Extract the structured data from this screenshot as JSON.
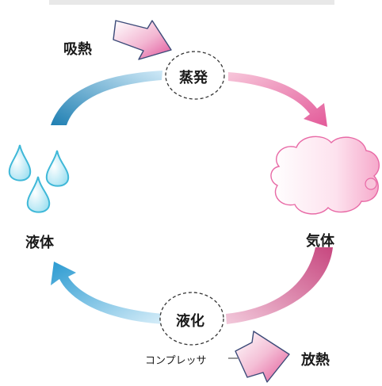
{
  "labels": {
    "absorb_heat": "吸熱",
    "evaporation": "蒸発",
    "liquid": "液体",
    "gas": "気体",
    "liquefaction": "液化",
    "compressor": "コンプレッサ",
    "release_heat": "放熱"
  },
  "icons": {
    "absorb_arrow": "arrow-in-icon",
    "release_arrow": "arrow-out-icon",
    "droplets": "water-droplets-icon",
    "cloud": "cloud-icon"
  },
  "colors": {
    "blue_dark": "#1f7fb2",
    "blue_light": "#cfe9f7",
    "pink_dark": "#c7477f",
    "pink_light": "#f7c6da",
    "droplet_stroke": "#3fb8d8",
    "cloud_stroke": "#e86aa6"
  }
}
